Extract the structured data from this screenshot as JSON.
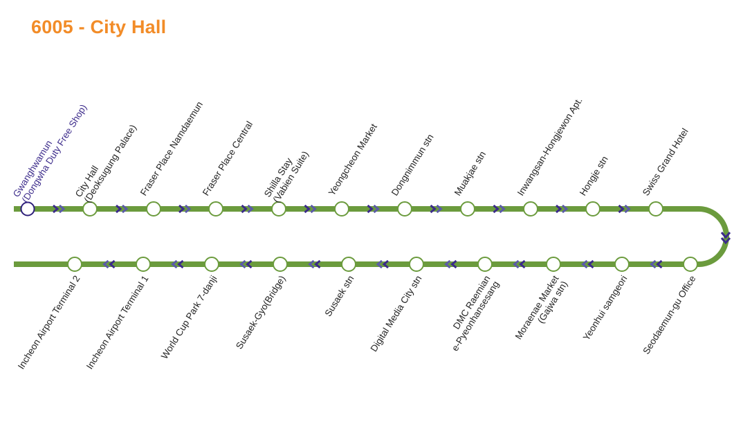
{
  "title": "6005 - City Hall",
  "colors": {
    "line": "#6b9b3d",
    "arrow": "#3b2a8a",
    "start": "#2e1f7a",
    "title": "#f28c28"
  },
  "outbound": [
    {
      "lines": [
        "Gwanghwamun",
        "(Dongwha Duty Free Shop)"
      ],
      "start": true
    },
    {
      "lines": [
        "City Hall",
        "(Deoksugung Palace)"
      ]
    },
    {
      "lines": [
        "Fraser Place Namdaemun"
      ]
    },
    {
      "lines": [
        "Fraser Place Central"
      ]
    },
    {
      "lines": [
        "Shilla Stay",
        "(Vabien Suite)"
      ]
    },
    {
      "lines": [
        "Yeongcheon Market"
      ]
    },
    {
      "lines": [
        "Dongnimmun stn"
      ]
    },
    {
      "lines": [
        "Muakjae stn"
      ]
    },
    {
      "lines": [
        "Inwangsan-Hongjewon Apt."
      ]
    },
    {
      "lines": [
        "Hongje stn"
      ]
    },
    {
      "lines": [
        "Swiss Grand Hotel"
      ]
    }
  ],
  "inbound": [
    {
      "lines": [
        "Incheon Airport Terminal 2"
      ]
    },
    {
      "lines": [
        "Incheon Airport Terminal 1"
      ]
    },
    {
      "lines": [
        "World Cup Park 7-danji"
      ]
    },
    {
      "lines": [
        "Susaek-Gyo(Bridge)"
      ]
    },
    {
      "lines": [
        "Susaek stn"
      ]
    },
    {
      "lines": [
        "Digital Media City stn"
      ]
    },
    {
      "lines": [
        "DMC Raemian",
        "e-Pyeonhansesang"
      ]
    },
    {
      "lines": [
        "Moraenae Market",
        "(Gajwa stn)"
      ]
    },
    {
      "lines": [
        "Yeonhui samgeori"
      ]
    },
    {
      "lines": [
        "Seodaemun-gu Office"
      ]
    }
  ]
}
